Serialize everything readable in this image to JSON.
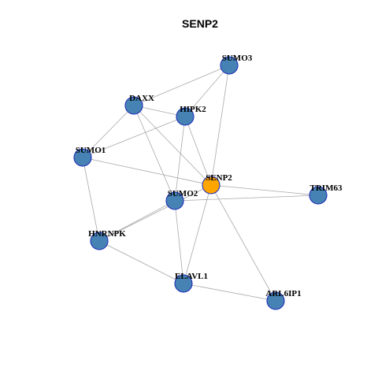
{
  "title": "SENP2",
  "colors": {
    "node_fill": "#4682b4",
    "node_stroke": "#1f2fb8",
    "center_fill": "#ffa500",
    "edge": "#a8a8a8",
    "background": "#ffffff"
  },
  "nodes": [
    {
      "id": "SUMO3",
      "label": "SUMO3",
      "center": false
    },
    {
      "id": "DAXX",
      "label": "DAXX",
      "center": false
    },
    {
      "id": "HIPK2",
      "label": "HIPK2",
      "center": false
    },
    {
      "id": "SUMO1",
      "label": "SUMO1",
      "center": false
    },
    {
      "id": "SENP2",
      "label": "SENP2",
      "center": true
    },
    {
      "id": "SUMO2",
      "label": "SUMO2",
      "center": false
    },
    {
      "id": "TRIM63",
      "label": "TRIM63",
      "center": false
    },
    {
      "id": "HNRNPK",
      "label": "HNRNPK",
      "center": false
    },
    {
      "id": "ELAVL1",
      "label": "ELAVL1",
      "center": false
    },
    {
      "id": "ARL6IP1",
      "label": "ARL6IP1",
      "center": false
    }
  ],
  "edges": [
    [
      "DAXX",
      "SUMO3"
    ],
    [
      "HIPK2",
      "SUMO3"
    ],
    [
      "SENP2",
      "SUMO3"
    ],
    [
      "DAXX",
      "HIPK2"
    ],
    [
      "DAXX",
      "SUMO1"
    ],
    [
      "DAXX",
      "SENP2"
    ],
    [
      "DAXX",
      "SUMO2"
    ],
    [
      "HIPK2",
      "SUMO1"
    ],
    [
      "HIPK2",
      "SENP2"
    ],
    [
      "HIPK2",
      "SUMO2"
    ],
    [
      "SUMO1",
      "SENP2"
    ],
    [
      "SUMO1",
      "HNRNPK"
    ],
    [
      "SENP2",
      "TRIM63"
    ],
    [
      "SUMO2",
      "TRIM63"
    ],
    [
      "SENP2",
      "HNRNPK"
    ],
    [
      "SUMO2",
      "HNRNPK"
    ],
    [
      "SUMO2",
      "ELAVL1"
    ],
    [
      "SENP2",
      "ELAVL1"
    ],
    [
      "SENP2",
      "ARL6IP1"
    ],
    [
      "HNRNPK",
      "ELAVL1"
    ],
    [
      "ELAVL1",
      "ARL6IP1"
    ]
  ]
}
